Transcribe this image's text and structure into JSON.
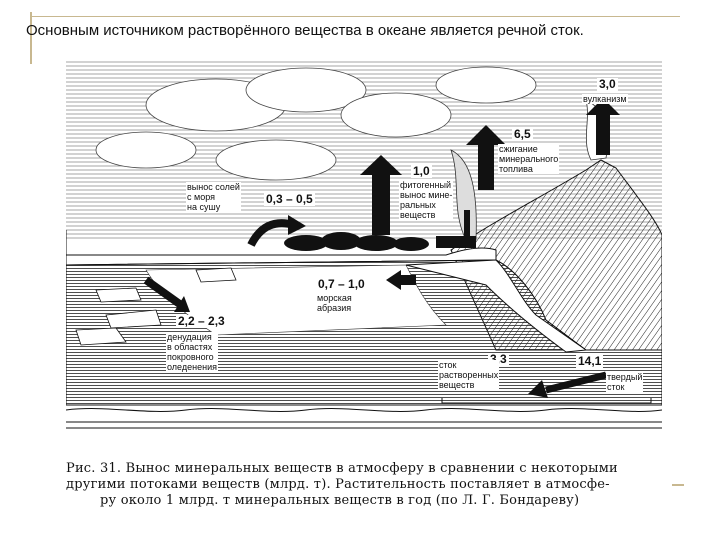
{
  "slide": {
    "title": "Основным источником растворённого вещества в океане является речной сток."
  },
  "figure": {
    "labels": {
      "volcano_value": "3,0",
      "volcano_label": "вулканизм",
      "fuel_value": "6,5",
      "fuel_label": "сжигание\nминерального\nтоплива",
      "phyto_value": "1,0",
      "phyto_label": "фитогенный\nвынос мине-\nральных\nвеществ",
      "salts_label": "вынос солей\nс моря\nна сушу",
      "salts_value": "0,3 – 0,5",
      "abrasion_value": "0,7 – 1,0",
      "abrasion_label": "морская\nабразия",
      "denudation_value": "2,2 – 2,3",
      "denudation_label": "денудация\nв областях\nпокровного\nоледенения",
      "runoff_value": "3,3",
      "runoff_label": "сток\nрастворенных\nвеществ",
      "solid_value": "14,1",
      "solid_label": "твердый\nсток"
    }
  },
  "caption": {
    "line1": "Рис. 31. Вынос минеральных веществ в атмосферу в сравнении с некоторыми",
    "line2": "другими потоками веществ (млрд. т). Растительность поставляет в атмосфе-",
    "line3": "ру около 1 млрд. т минеральных веществ в год (по Л. Г. Бондареву)"
  },
  "colors": {
    "accent": "#c8b890",
    "ink": "#111111"
  }
}
